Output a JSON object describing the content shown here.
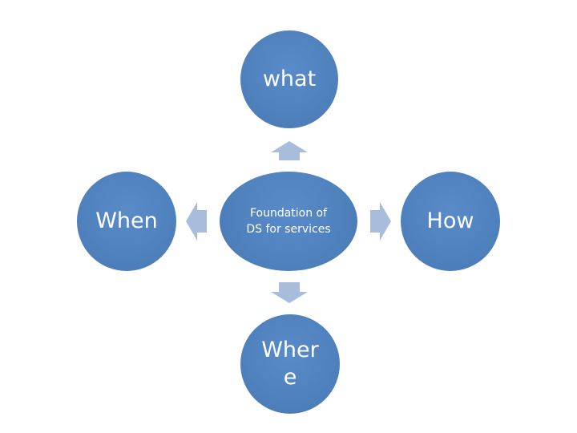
{
  "diagram": {
    "center": {
      "label": "Foundation of DS for services"
    },
    "top": {
      "label": "what"
    },
    "left": {
      "label": "When"
    },
    "right": {
      "label": "How"
    },
    "bottom": {
      "label": "Wher e"
    }
  },
  "colors": {
    "node_fill": "#4f81bd",
    "arrow_fill": "#a7bddb",
    "text": "#ffffff",
    "background": "#ffffff"
  }
}
